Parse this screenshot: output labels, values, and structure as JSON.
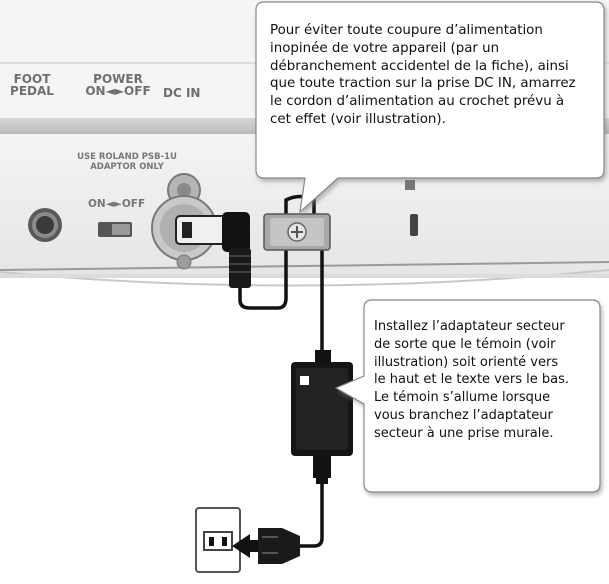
{
  "panel": {
    "foot_line1": "FOOT",
    "foot_line2": "PEDAL",
    "power_line1": "POWER",
    "power_line2": "ON◄►OFF",
    "dcin": "DC IN",
    "adaptor_line1": "USE ROLAND PSB-1U",
    "adaptor_line2": "ADAPTOR ONLY",
    "switch_label": "ON◄►OFF"
  },
  "callout_top": {
    "lines": [
      "Pour éviter toute coupure d’alimentation",
      "inopinée de votre appareil (par un",
      "débranchement accidentel de la fiche), ainsi",
      "que toute traction sur la prise DC IN, amarrez",
      "le cordon d’alimentation au crochet prévu à",
      "cet effet (voir illustration)."
    ]
  },
  "callout_bottom": {
    "lines": [
      "Installez l’adaptateur secteur",
      "de sorte que le témoin (voir",
      "illustration) soit orienté vers",
      "le haut et le texte vers le bas.",
      "Le témoin s’allume lorsque",
      "vous branchez l’adaptateur",
      "secteur à une prise murale."
    ]
  }
}
